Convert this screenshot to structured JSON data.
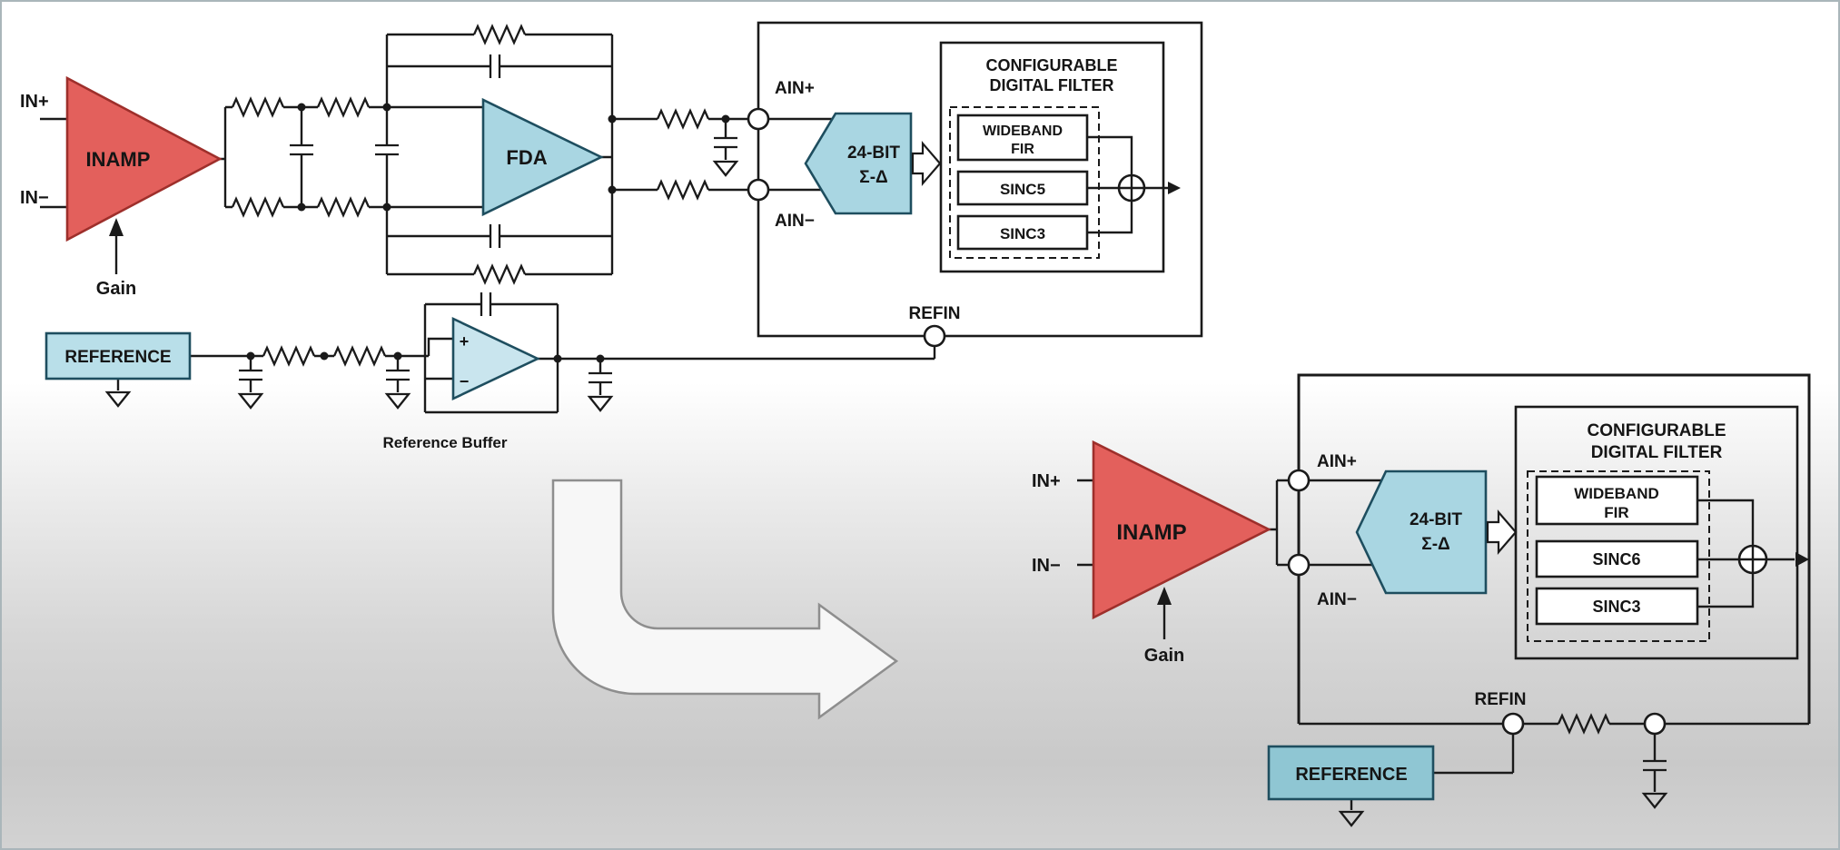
{
  "top": {
    "in_plus": "IN+",
    "in_minus": "IN−",
    "inamp": "INAMP",
    "gain": "Gain",
    "fda": "FDA",
    "ain_plus": "AIN+",
    "ain_minus": "AIN−",
    "adc_line1": "24-BIT",
    "adc_line2": "Σ-Δ",
    "filter_title1": "CONFIGURABLE",
    "filter_title2": "DIGITAL FILTER",
    "fir1": "WIDEBAND",
    "fir2": "FIR",
    "sinc_mid": "SINC5",
    "sinc_low": "SINC3",
    "refin": "REFIN",
    "reference": "REFERENCE",
    "buffer": "Reference Buffer",
    "opamp_plus": "+",
    "opamp_minus": "−"
  },
  "bottom": {
    "in_plus": "IN+",
    "in_minus": "IN−",
    "inamp": "INAMP",
    "gain": "Gain",
    "ain_plus": "AIN+",
    "ain_minus": "AIN−",
    "adc_line1": "24-BIT",
    "adc_line2": "Σ-Δ",
    "filter_title1": "CONFIGURABLE",
    "filter_title2": "DIGITAL FILTER",
    "fir1": "WIDEBAND",
    "fir2": "FIR",
    "sinc_mid": "SINC6",
    "sinc_low": "SINC3",
    "refin": "REFIN",
    "reference": "REFERENCE"
  },
  "colors": {
    "inamp_fill": "#e3605c",
    "block_blue_fill": "#a9d6e2",
    "reference_top_fill": "#b9dfe9",
    "reference_bottom_fill": "#8fc6d3",
    "opamp_fill": "#c9e5ee",
    "wire": "#1a1a1a",
    "transition_arrow_outline": "#8e8e8e"
  }
}
